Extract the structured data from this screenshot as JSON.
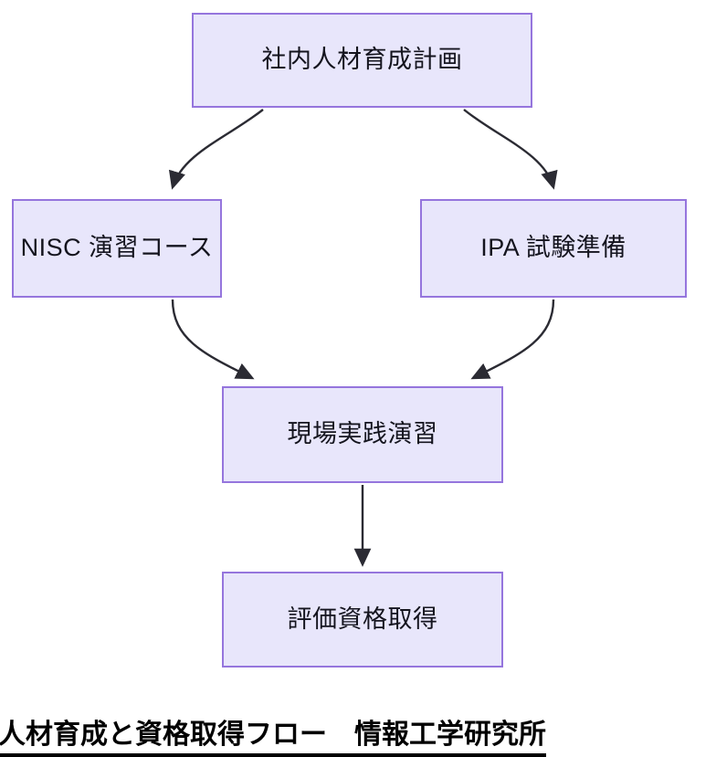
{
  "diagram": {
    "type": "flowchart",
    "direction": "top-down",
    "theme": {
      "node_fill": "#e8e6fb",
      "node_border": "#9575dd",
      "node_text": "#14141e",
      "edge_color": "#2b2b33",
      "background": "#ffffff",
      "caption_color": "#000000"
    },
    "nodes": [
      {
        "id": "plan",
        "label": "社内人材育成計画"
      },
      {
        "id": "nisc",
        "label": "NISC 演習コース"
      },
      {
        "id": "ipa",
        "label": "IPA 試験準備"
      },
      {
        "id": "field",
        "label": "現場実践演習"
      },
      {
        "id": "cert",
        "label": "評価資格取得"
      }
    ],
    "edges": [
      {
        "from": "plan",
        "to": "nisc",
        "style": "curved",
        "arrow": "filled-triangle"
      },
      {
        "from": "plan",
        "to": "ipa",
        "style": "curved",
        "arrow": "filled-triangle"
      },
      {
        "from": "nisc",
        "to": "field",
        "style": "curved",
        "arrow": "filled-triangle"
      },
      {
        "from": "ipa",
        "to": "field",
        "style": "curved",
        "arrow": "filled-triangle"
      },
      {
        "from": "field",
        "to": "cert",
        "style": "straight",
        "arrow": "filled-triangle"
      }
    ]
  },
  "caption": {
    "text": "人材育成と資格取得フロー　情報工学研究所",
    "underlined": true,
    "bold": true
  }
}
